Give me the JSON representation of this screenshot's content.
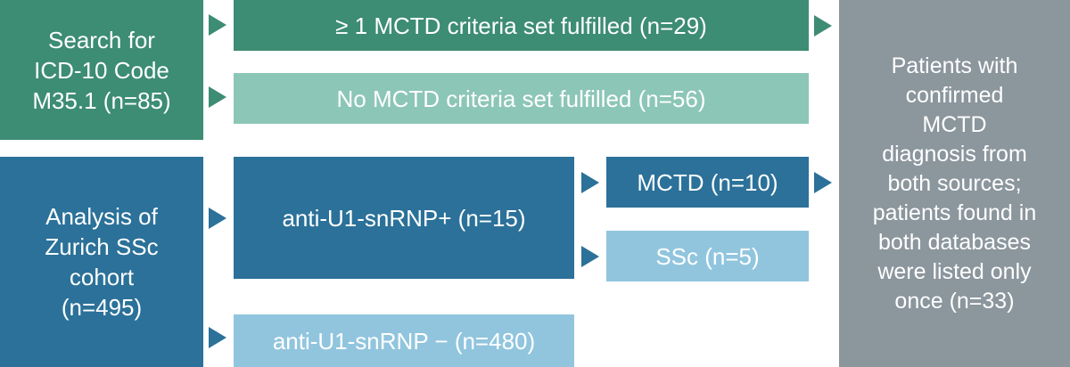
{
  "search_box": {
    "lines": [
      "Search for",
      "ICD-10 Code",
      "M35.1 (n=85)"
    ]
  },
  "criteria_fulfilled": "≥ 1 MCTD criteria set fulfilled (n=29)",
  "criteria_not_fulfilled": "No MCTD criteria set fulfilled (n=56)",
  "cohort_box": {
    "lines": [
      "Analysis of",
      "Zurich SSc",
      "cohort",
      "(n=495)"
    ]
  },
  "anti_positive": "anti-U1-snRNP+ (n=15)",
  "anti_negative": "anti-U1-snRNP − (n=480)",
  "mctd": "MCTD (n=10)",
  "ssc": "SSc (n=5)",
  "result_box": {
    "lines": [
      "Patients with",
      "confirmed",
      "MCTD",
      "diagnosis from",
      "both sources;",
      "patients found in",
      "both databases",
      "were listed only",
      "once (n=33)"
    ]
  },
  "colors": {
    "green_dark": "#3d8c74",
    "green_light": "#8cc6b6",
    "blue_dark": "#2b7199",
    "blue_light": "#91c5de",
    "gray": "#8b969d"
  }
}
